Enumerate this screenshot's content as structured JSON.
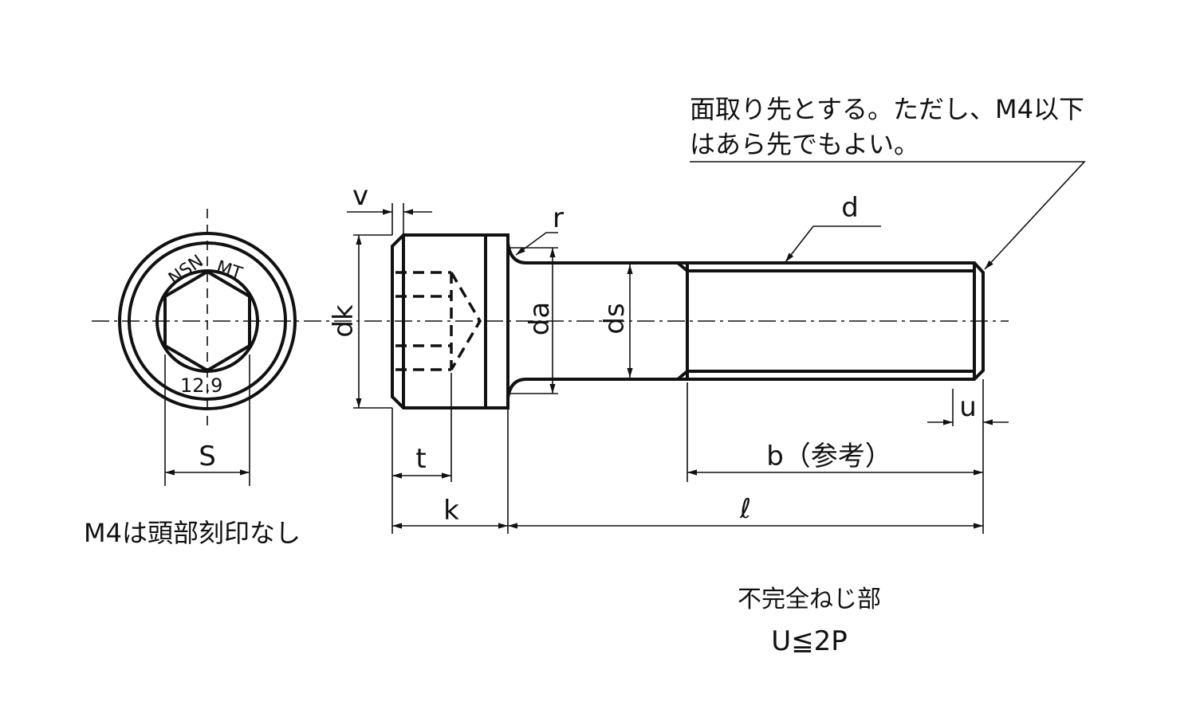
{
  "notes": {
    "chamfer_line1": "面取り先とする。ただし、M4以下",
    "chamfer_line2": "はあら先でもよい。",
    "head_marking": "M4は頭部刻印なし",
    "incomplete_thread": "不完全ねじ部",
    "incomplete_thread_limit": "U≦2P"
  },
  "head_markings": {
    "maker": "NSN",
    "brand": "MT",
    "grade": "12.9"
  },
  "dimensions": {
    "s": "S",
    "dk": "dk",
    "v": "v",
    "r": "r",
    "da": "da",
    "ds": "ds",
    "d": "d",
    "u": "u",
    "b": "b（参考）",
    "t": "t",
    "k": "k",
    "l": "ℓ"
  }
}
